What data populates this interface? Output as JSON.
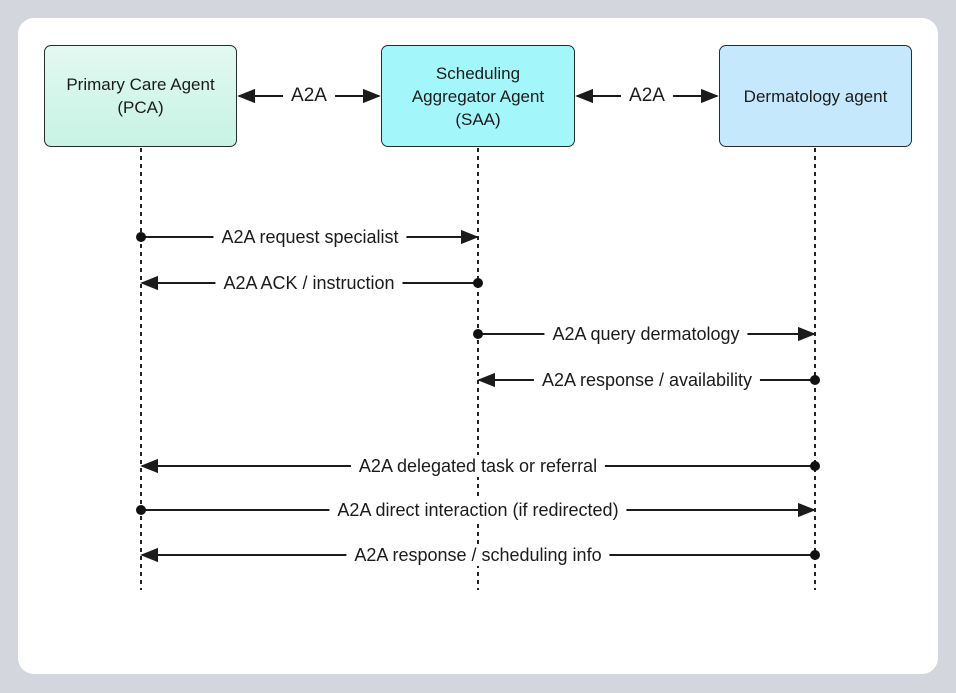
{
  "agents": [
    {
      "id": "pca",
      "label": "Primary Care Agent\n(PCA)",
      "color": "#c7f3e4"
    },
    {
      "id": "saa",
      "label": "Scheduling\nAggregator Agent\n(SAA)",
      "color": "#a3f7fb"
    },
    {
      "id": "derm",
      "label": "Dermatology agent",
      "color": "#c6e8fd"
    }
  ],
  "connections": [
    {
      "from": "pca",
      "to": "saa",
      "label": "A2A"
    },
    {
      "from": "saa",
      "to": "derm",
      "label": "A2A"
    }
  ],
  "messages": [
    {
      "from": "pca",
      "to": "saa",
      "label": "A2A request specialist"
    },
    {
      "from": "saa",
      "to": "pca",
      "label": "A2A ACK / instruction"
    },
    {
      "from": "saa",
      "to": "derm",
      "label": "A2A query dermatology"
    },
    {
      "from": "derm",
      "to": "saa",
      "label": "A2A response / availability"
    },
    {
      "from": "derm",
      "to": "pca",
      "label": "A2A delegated task or referral"
    },
    {
      "from": "pca",
      "to": "derm",
      "label": "A2A direct interaction (if redirected)"
    },
    {
      "from": "derm",
      "to": "pca",
      "label": "A2A response / scheduling info"
    }
  ]
}
